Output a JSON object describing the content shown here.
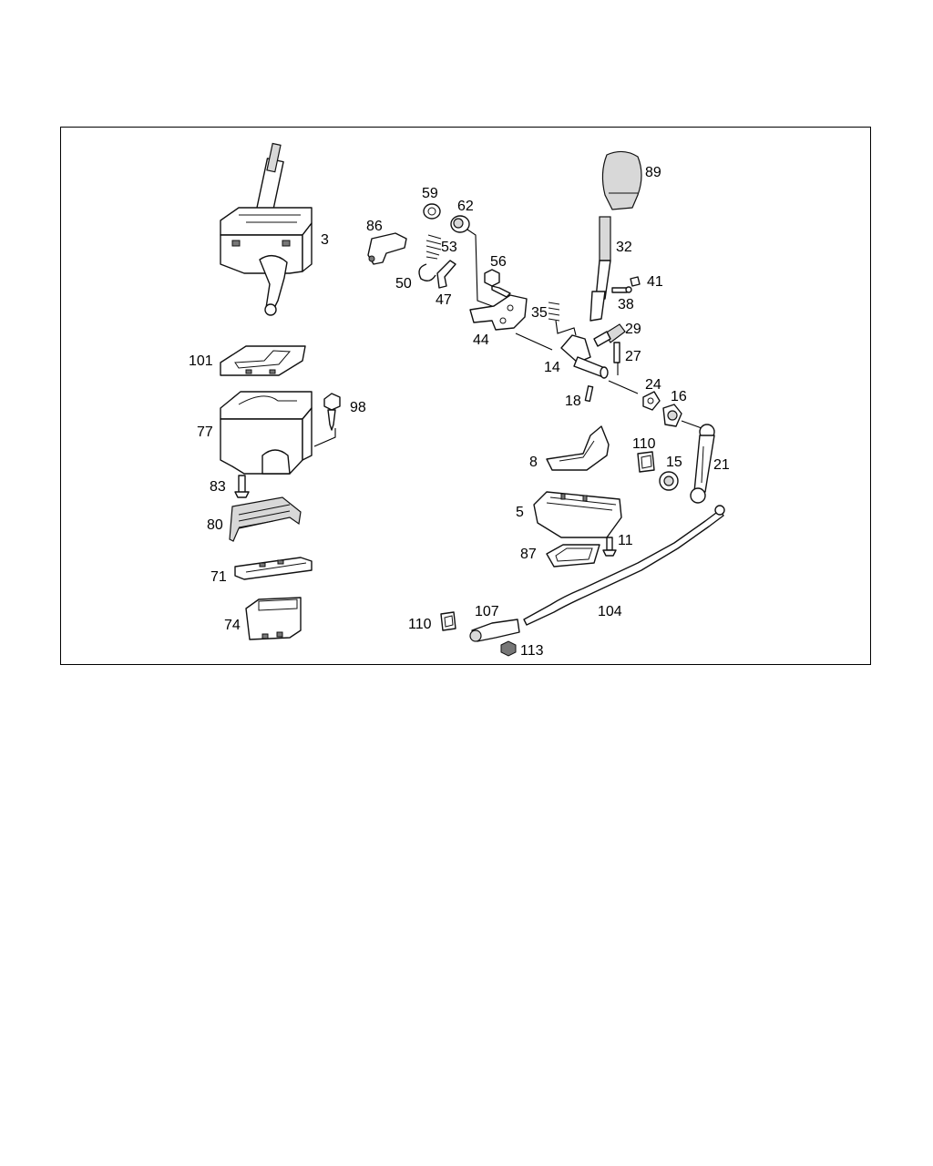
{
  "labels": {
    "p3": "3",
    "p59": "59",
    "p62": "62",
    "p86": "86",
    "p53": "53",
    "p56": "56",
    "p89": "89",
    "p32": "32",
    "p50": "50",
    "p47": "47",
    "p41": "41",
    "p38": "38",
    "p35": "35",
    "p29": "29",
    "p44": "44",
    "p27": "27",
    "p14": "14",
    "p101": "101",
    "p24": "24",
    "p16": "16",
    "p18": "18",
    "p98": "98",
    "p77": "77",
    "p110a": "110",
    "p8": "8",
    "p15": "15",
    "p21": "21",
    "p83": "83",
    "p5": "5",
    "p80": "80",
    "p87": "87",
    "p11": "11",
    "p71": "71",
    "p104": "104",
    "p107": "107",
    "p74": "74",
    "p110b": "110",
    "p113": "113"
  }
}
